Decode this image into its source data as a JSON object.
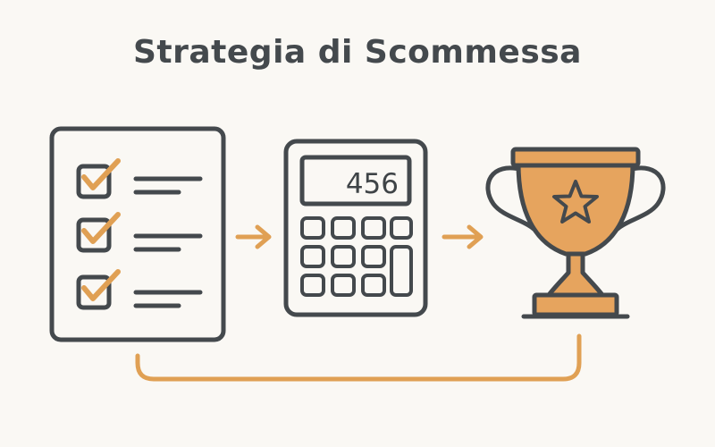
{
  "title": "Strategia di Scommessa",
  "calculator": {
    "display_value": "456"
  },
  "colors": {
    "background": "#faf8f4",
    "stroke": "#44494d",
    "accent": "#e0a054",
    "trophy_fill": "#e6a45e"
  },
  "icons": [
    "checklist-icon",
    "arrow-right-icon",
    "calculator-icon",
    "arrow-right-icon",
    "trophy-icon",
    "loop-connector"
  ]
}
